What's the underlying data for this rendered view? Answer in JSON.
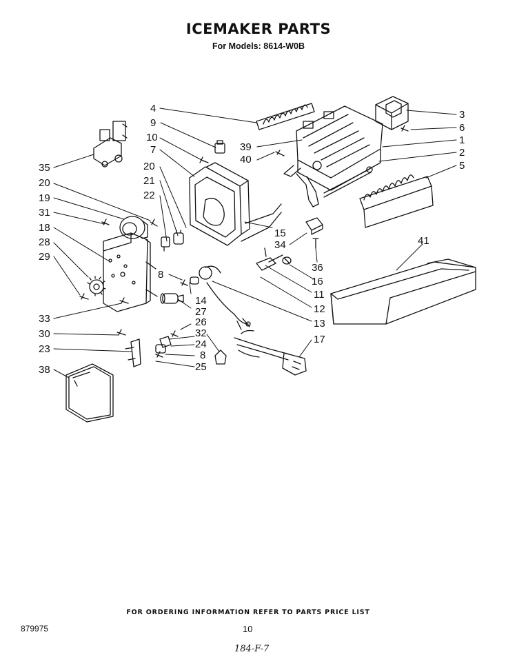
{
  "header": {
    "title": "ICEMAKER PARTS",
    "subtitle": "For Models: 8614-W0B"
  },
  "footer": {
    "note": "FOR ORDERING INFORMATION REFER TO PARTS PRICE LIST",
    "doc_number": "879975",
    "page_number": "10",
    "handwritten": "184-F-7"
  },
  "callouts": {
    "c4": "4",
    "c9": "9",
    "c10": "10",
    "c7": "7",
    "c39": "39",
    "c40": "40",
    "c35": "35",
    "c20a": "20",
    "c21": "21",
    "c20b": "20",
    "c22": "22",
    "c19": "19",
    "c31": "31",
    "c18": "18",
    "c28": "28",
    "c29": "29",
    "c3": "3",
    "c6": "6",
    "c1": "1",
    "c2": "2",
    "c5": "5",
    "c15": "15",
    "c34": "34",
    "c36": "36",
    "c16": "16",
    "c11": "11",
    "c41": "41",
    "c8a": "8",
    "c14": "14",
    "c27": "27",
    "c12": "12",
    "c13": "13",
    "c26": "26",
    "c33": "33",
    "c30": "30",
    "c32": "32",
    "c24": "24",
    "c17": "17",
    "c23": "23",
    "c8b": "8",
    "c25": "25",
    "c38": "38"
  }
}
